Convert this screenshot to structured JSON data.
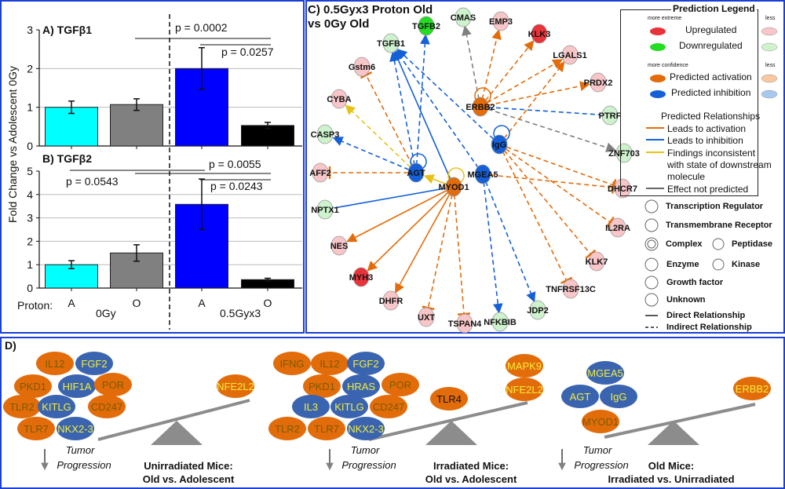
{
  "panel_a": {
    "ylabel": "Fold Change vs Adolescent 0Gy",
    "proton_label": "Proton:",
    "group_labels": [
      "0Gy",
      "0.5Gyx3"
    ]
  },
  "chart_data": [
    {
      "type": "bar",
      "title": "A) TGFβ1",
      "categories": [
        "A",
        "O",
        "A",
        "O"
      ],
      "groups": [
        "0Gy",
        "0Gy",
        "0.5Gyx3",
        "0.5Gyx3"
      ],
      "values": [
        1.0,
        1.07,
        2.0,
        0.53
      ],
      "errors": [
        0.16,
        0.15,
        0.54,
        0.08
      ],
      "colors": [
        "#00ffff",
        "#808080",
        "#0000ff",
        "#000000"
      ],
      "ylim": [
        0,
        3
      ],
      "yticks": [
        0,
        1,
        2,
        3
      ],
      "grid": true,
      "pvalues": [
        {
          "label": "p = 0.0002",
          "from": 1,
          "to": 3
        },
        {
          "label": "p = 0.0257",
          "from": 2,
          "to": 3
        }
      ]
    },
    {
      "type": "bar",
      "title": "B) TGFβ2",
      "categories": [
        "A",
        "O",
        "A",
        "O"
      ],
      "groups": [
        "0Gy",
        "0Gy",
        "0.5Gyx3",
        "0.5Gyx3"
      ],
      "values": [
        1.0,
        1.5,
        3.58,
        0.36
      ],
      "errors": [
        0.17,
        0.35,
        1.08,
        0.06
      ],
      "colors": [
        "#00ffff",
        "#808080",
        "#0000ff",
        "#000000"
      ],
      "ylim": [
        0,
        5
      ],
      "yticks": [
        0,
        1,
        2,
        3,
        4,
        5
      ],
      "grid": true,
      "pvalues": [
        {
          "label": "p = 0.0543",
          "from": 0,
          "to": 2
        },
        {
          "label": "p = 0.0055",
          "from": 1,
          "to": 3
        },
        {
          "label": "p = 0.0243",
          "from": 2,
          "to": 3
        }
      ]
    }
  ],
  "panel_c": {
    "title_line1": "C) 0.5Gyx3 Proton Old",
    "title_line2": "vs 0Gy Old",
    "nodes": [
      {
        "id": "TGFB2",
        "state": "down-strong"
      },
      {
        "id": "CMAS",
        "state": "down"
      },
      {
        "id": "EMP3",
        "state": "up"
      },
      {
        "id": "KLK3",
        "state": "up-strong"
      },
      {
        "id": "TGFB1",
        "state": "down"
      },
      {
        "id": "Gstm6",
        "state": "up"
      },
      {
        "id": "LGALS1",
        "state": "up"
      },
      {
        "id": "PRDX2",
        "state": "up"
      },
      {
        "id": "CYBA",
        "state": "up"
      },
      {
        "id": "ERBB2",
        "state": "activation"
      },
      {
        "id": "PTRF",
        "state": "down"
      },
      {
        "id": "CASP3",
        "state": "down"
      },
      {
        "id": "IgG",
        "state": "inhibition"
      },
      {
        "id": "ZNF703",
        "state": "down"
      },
      {
        "id": "AGT",
        "state": "inhibition"
      },
      {
        "id": "MGEA5",
        "state": "inhibition"
      },
      {
        "id": "AFF2",
        "state": "up"
      },
      {
        "id": "MYOD1",
        "state": "activation"
      },
      {
        "id": "DHCR7",
        "state": "up"
      },
      {
        "id": "NPTX1",
        "state": "down"
      },
      {
        "id": "IL2RA",
        "state": "up"
      },
      {
        "id": "NES",
        "state": "up"
      },
      {
        "id": "KLK7",
        "state": "up"
      },
      {
        "id": "MYH3",
        "state": "up-strong"
      },
      {
        "id": "DHFR",
        "state": "up"
      },
      {
        "id": "TNFRSF13C",
        "state": "up"
      },
      {
        "id": "UXT",
        "state": "up"
      },
      {
        "id": "TSPAN4",
        "state": "up"
      },
      {
        "id": "NFKBIB",
        "state": "down"
      },
      {
        "id": "JDP2",
        "state": "down"
      }
    ],
    "edges": [
      [
        "MYOD1",
        "TGFB1",
        "inhibition",
        "direct"
      ],
      [
        "AGT",
        "TGFB1",
        "inhibition",
        "indirect"
      ],
      [
        "AGT",
        "TGFB2",
        "inhibition",
        "indirect"
      ],
      [
        "MGEA5",
        "TGFB1",
        "inhibition",
        "indirect"
      ],
      [
        "IgG",
        "TGFB1",
        "inhibition",
        "indirect"
      ],
      [
        "ERBB2",
        "CMAS",
        "not-predicted",
        "indirect"
      ],
      [
        "ERBB2",
        "EMP3",
        "activation",
        "indirect"
      ],
      [
        "ERBB2",
        "KLK3",
        "activation",
        "indirect"
      ],
      [
        "ERBB2",
        "LGALS1",
        "activation",
        "indirect"
      ],
      [
        "ERBB2",
        "PRDX2",
        "activation",
        "indirect"
      ],
      [
        "ERBB2",
        "PTRF",
        "inhibition",
        "indirect"
      ],
      [
        "ERBB2",
        "ZNF703",
        "not-predicted",
        "indirect"
      ],
      [
        "IgG",
        "LGALS1",
        "activation",
        "indirect"
      ],
      [
        "AGT",
        "CYBA",
        "inconsistent",
        "indirect"
      ],
      [
        "AGT",
        "CASP3",
        "inhibition",
        "indirect"
      ],
      [
        "AGT",
        "Gstm6",
        "activation",
        "indirect"
      ],
      [
        "AGT",
        "AFF2",
        "activation",
        "indirect"
      ],
      [
        "MYOD1",
        "AGT",
        "inconsistent",
        "direct"
      ],
      [
        "MYOD1",
        "NPTX1",
        "inhibition",
        "direct"
      ],
      [
        "MYOD1",
        "NES",
        "activation",
        "direct"
      ],
      [
        "MYOD1",
        "MYH3",
        "activation",
        "direct"
      ],
      [
        "MYOD1",
        "DHFR",
        "activation",
        "direct"
      ],
      [
        "MYOD1",
        "UXT",
        "activation",
        "indirect"
      ],
      [
        "MYOD1",
        "TSPAN4",
        "activation",
        "indirect"
      ],
      [
        "MGEA5",
        "NFKBIB",
        "inhibition",
        "indirect"
      ],
      [
        "MGEA5",
        "JDP2",
        "inhibition",
        "indirect"
      ],
      [
        "MGEA5",
        "DHCR7",
        "activation",
        "indirect"
      ],
      [
        "IgG",
        "DHCR7",
        "activation",
        "indirect"
      ],
      [
        "IgG",
        "IL2RA",
        "activation",
        "indirect"
      ],
      [
        "IgG",
        "KLK7",
        "activation",
        "indirect"
      ],
      [
        "IgG",
        "TNFRSF13C",
        "activation",
        "indirect"
      ]
    ],
    "legend": {
      "title": "Prediction Legend",
      "more_extreme": "more extreme",
      "less": "less",
      "upregulated": "Upregulated",
      "downregulated": "Downregulated",
      "more_confidence": "more confidence",
      "less2": "less",
      "pred_activation": "Predicted activation",
      "pred_inhibition": "Predicted inhibition",
      "relationships_title": "Predicted Relationships",
      "leads_activation": "Leads to activation",
      "leads_inhibition": "Leads to inhibition",
      "inconsistent_1": "Findings inconsistent",
      "inconsistent_2": "with state of downstream",
      "inconsistent_3": "molecule",
      "not_predicted": "Effect not predicted",
      "shapes": [
        "Transcription Regulator",
        "Transmembrane Receptor",
        "Complex",
        "Peptidase",
        "Enzyme",
        "Kinase",
        "Growth factor",
        "Unknown"
      ],
      "direct": "Direct Relationship",
      "indirect": "Indirect Relationship"
    },
    "colors": {
      "activation": "#e36c0a",
      "inhibition": "#1560d8",
      "inconsistent": "#e8c21a",
      "not_predicted": "#808080",
      "up_strong": "#e8333a",
      "up": "#f8c6c8",
      "down_strong": "#22dd22",
      "down": "#cdf2cd"
    }
  },
  "panel_d": {
    "label": "D)",
    "tumor": "Tumor",
    "progression": "Progression",
    "scales": [
      {
        "caption1": "Unirradiated Mice:",
        "caption2": "Old vs. Adolescent",
        "left": [
          [
            "IL12",
            "act"
          ],
          [
            "FGF2",
            "inh"
          ],
          [
            "PKD1",
            "act"
          ],
          [
            "HIF1A",
            "inh"
          ],
          [
            "POR",
            "act"
          ],
          [
            "TLR2",
            "act"
          ],
          [
            "KITLG",
            "inh"
          ],
          [
            "CD247",
            "act"
          ],
          [
            "TLR7",
            "act"
          ],
          [
            "NKX2-3",
            "inh"
          ]
        ],
        "right": [
          [
            "NFE2L2",
            "act"
          ]
        ]
      },
      {
        "caption1": "Irradiated Mice:",
        "caption2": "Old vs. Adolescent",
        "left": [
          [
            "IFNG",
            "act"
          ],
          [
            "IL12",
            "act"
          ],
          [
            "FGF2",
            "inh"
          ],
          [
            "PKD1",
            "act"
          ],
          [
            "HRAS",
            "inh"
          ],
          [
            "POR",
            "act"
          ],
          [
            "IL3",
            "inh"
          ],
          [
            "KITLG",
            "inh"
          ],
          [
            "CD247",
            "act"
          ],
          [
            "TLR2",
            "act"
          ],
          [
            "TLR7",
            "act"
          ],
          [
            "NKX2-3",
            "inh"
          ]
        ],
        "right": [
          [
            "TLR4",
            "act"
          ],
          [
            "MAPK9",
            "act"
          ],
          [
            "NFE2L2",
            "act"
          ]
        ]
      },
      {
        "caption1": "Old Mice:",
        "caption2": "Irradiated vs. Unirradiated",
        "left": [
          [
            "MGEA5",
            "inh"
          ],
          [
            "AGT",
            "inh"
          ],
          [
            "IgG",
            "inh"
          ],
          [
            "MYOD1",
            "act"
          ]
        ],
        "right": [
          [
            "ERBB2",
            "act"
          ]
        ]
      }
    ]
  }
}
